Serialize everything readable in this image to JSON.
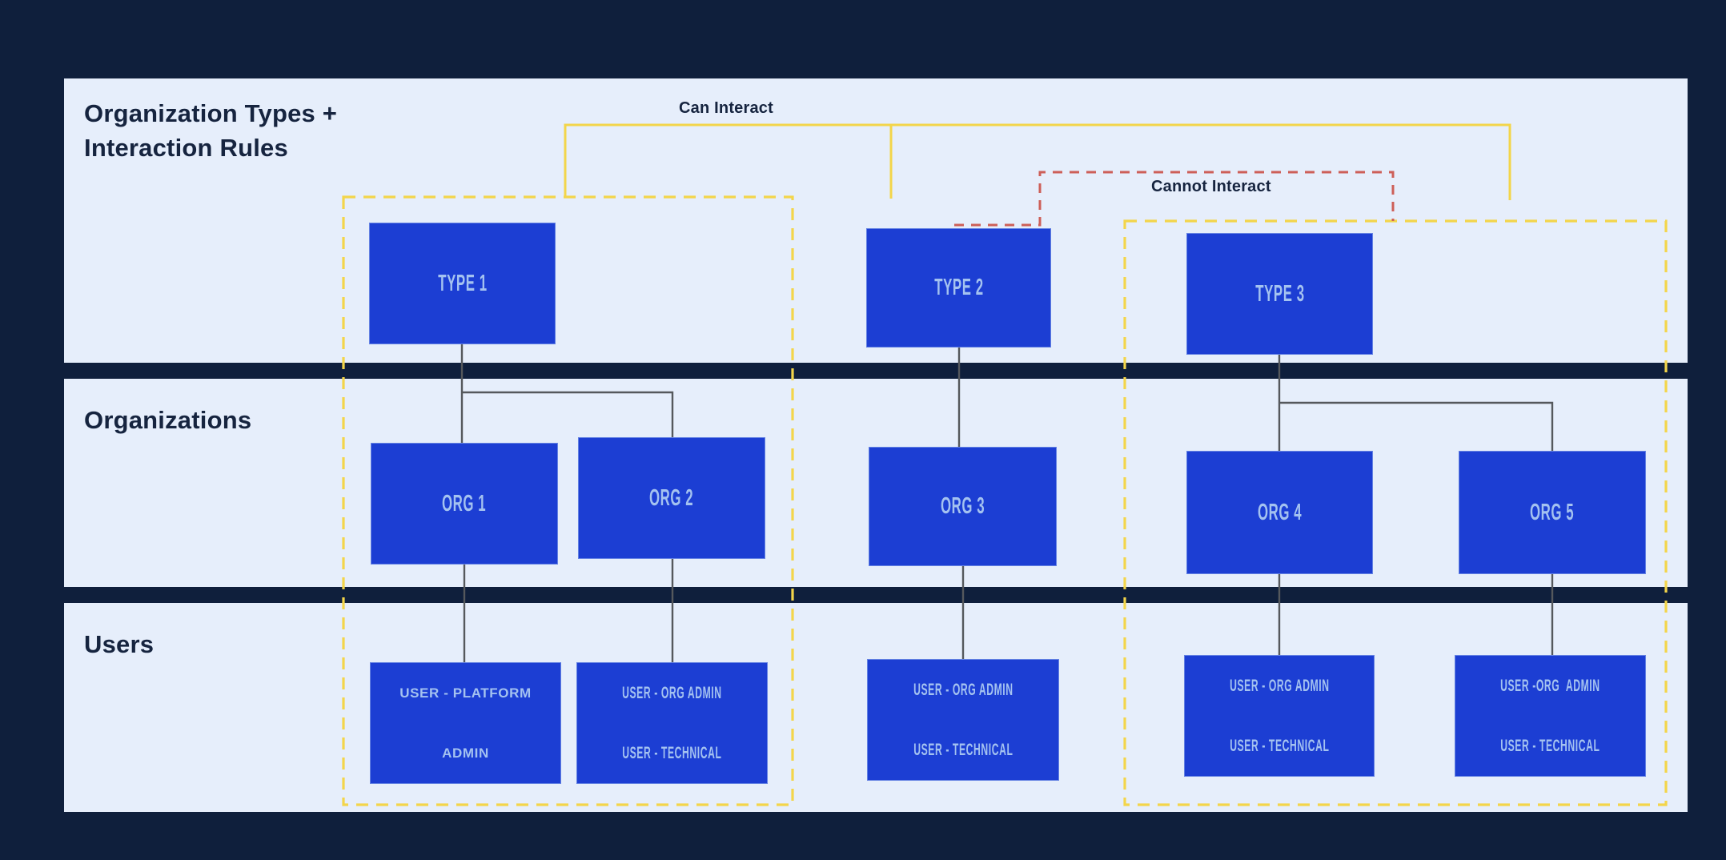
{
  "colors": {
    "background": "#0f1f3c",
    "band": "#e6eefb",
    "box": "#1c3ed3",
    "box_text": "#a4c2f0",
    "heading": "#16243f",
    "yellow": "#f3d54a",
    "red": "#cd5f58",
    "connector": "#55585c"
  },
  "title": {
    "line1": "Organization Types +",
    "line2": "Interaction Rules"
  },
  "bands": {
    "orgs_label": "Organizations",
    "users_label": "Users"
  },
  "legend": {
    "can_interact": "Can Interact",
    "cannot_interact": "Cannot Interact"
  },
  "nodes": {
    "type1": {
      "label": "TYPE 1"
    },
    "type2": {
      "label": "TYPE 2"
    },
    "type3": {
      "label": "TYPE 3"
    },
    "org1": {
      "label": "ORG 1"
    },
    "org2": {
      "label": "ORG 2"
    },
    "org3": {
      "label": "ORG 3"
    },
    "org4": {
      "label": "ORG 4"
    },
    "org5": {
      "label": "ORG 5"
    },
    "user1": {
      "line1": "USER - PLATFORM",
      "line2": "ADMIN"
    },
    "user2": {
      "line1": "USER - ORG ADMIN",
      "line2": "USER - TECHNICAL"
    },
    "user3": {
      "line1": "USER - ORG ADMIN",
      "line2": "USER - TECHNICAL"
    },
    "user4": {
      "line1": "USER - ORG ADMIN",
      "line2": "USER - TECHNICAL"
    },
    "user5": {
      "line1": "USER -ORG  ADMIN",
      "line2": "USER - TECHNICAL"
    }
  }
}
